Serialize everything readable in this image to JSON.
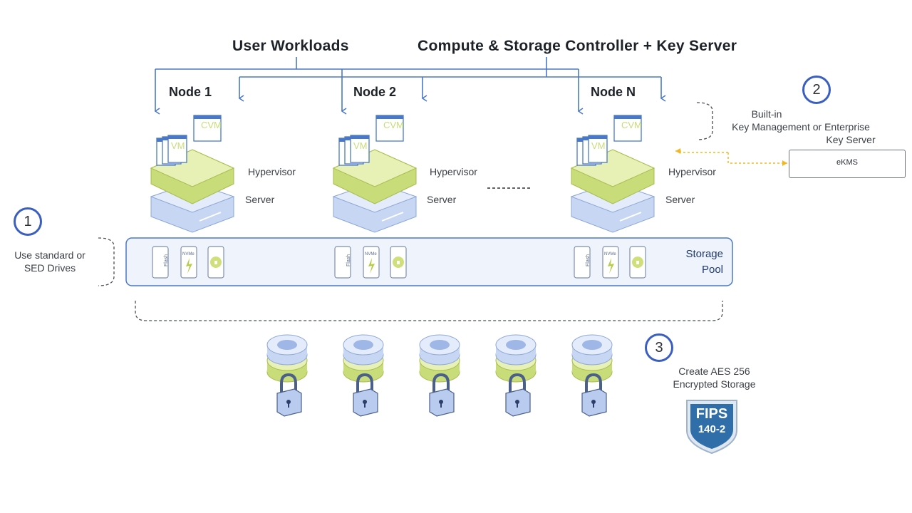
{
  "headers": {
    "user_workloads": "User Workloads",
    "controller": "Compute & Storage Controller + Key Server"
  },
  "nodes": [
    {
      "name": "Node 1",
      "vm_label": "VM",
      "cvm_label": "CVM",
      "hypervisor": "Hypervisor",
      "server": "Server",
      "drives": [
        "Flash",
        "NVMe",
        "SED"
      ]
    },
    {
      "name": "Node 2",
      "vm_label": "VM",
      "cvm_label": "CVM",
      "hypervisor": "Hypervisor",
      "server": "Server",
      "drives": [
        "Flash",
        "NVMe",
        "SED"
      ]
    },
    {
      "name": "Node N",
      "vm_label": "VM",
      "cvm_label": "CVM",
      "hypervisor": "Hypervisor",
      "server": "Server",
      "drives": [
        "Flash",
        "NVMe",
        "SED"
      ]
    }
  ],
  "storage_pool": {
    "line1": "Storage",
    "line2": "Pool"
  },
  "steps": [
    {
      "number": "1",
      "lines": [
        "Use standard or",
        "SED Drives"
      ]
    },
    {
      "number": "2",
      "lines": [
        "Built-in",
        "Key Management or Enterprise",
        "Key Server"
      ]
    },
    {
      "number": "3",
      "lines": [
        "Create AES 256",
        "Encrypted Storage"
      ]
    }
  ],
  "ekms_label": "eKMS",
  "fips": {
    "line1": "FIPS",
    "line2": "140-2"
  },
  "encrypted_disks_count": 5,
  "colors": {
    "accent_blue": "#3a5fc0",
    "line_blue": "#4a78c8",
    "hypervisor_green": "#c9dc7a",
    "server_blue": "#c7d6f2",
    "pool_bg": "#eef3fc",
    "ekms_arrow": "#f2b824",
    "fips_blue": "#2f6ea8"
  }
}
